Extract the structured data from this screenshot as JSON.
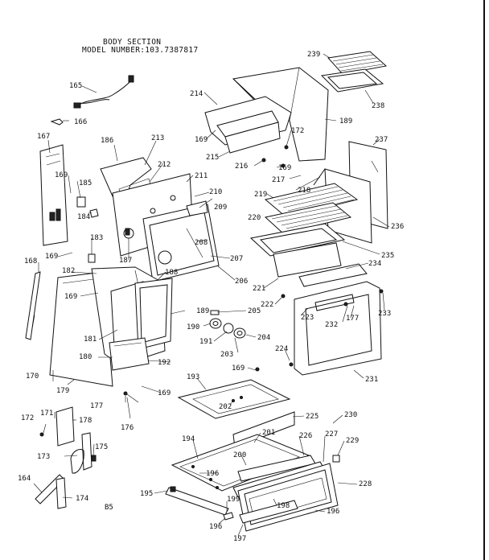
{
  "title": {
    "line1": "BODY SECTION",
    "line2": "MODEL NUMBER:103.7387817"
  },
  "page_mark": "B5",
  "part_labels": [
    "165",
    "166",
    "167",
    "186",
    "213",
    "212",
    "211",
    "210",
    "169",
    "185",
    "184",
    "183",
    "182",
    "168",
    "169",
    "169",
    "181",
    "180",
    "179",
    "170",
    "177",
    "176",
    "178",
    "171",
    "172",
    "173",
    "175",
    "164",
    "174",
    "187",
    "188",
    "189",
    "190",
    "191",
    "192",
    "169",
    "214",
    "169",
    "215",
    "216",
    "172",
    "169",
    "189",
    "239",
    "238",
    "237",
    "217",
    "218",
    "219",
    "220",
    "236",
    "235",
    "234",
    "221",
    "222",
    "223",
    "233",
    "232",
    "177",
    "209",
    "208",
    "207",
    "206",
    "205",
    "204",
    "203",
    "224",
    "231",
    "169",
    "193",
    "202",
    "225",
    "230",
    "194",
    "201",
    "226",
    "227",
    "229",
    "200",
    "196",
    "228",
    "195",
    "198",
    "199",
    "196",
    "196",
    "197"
  ]
}
